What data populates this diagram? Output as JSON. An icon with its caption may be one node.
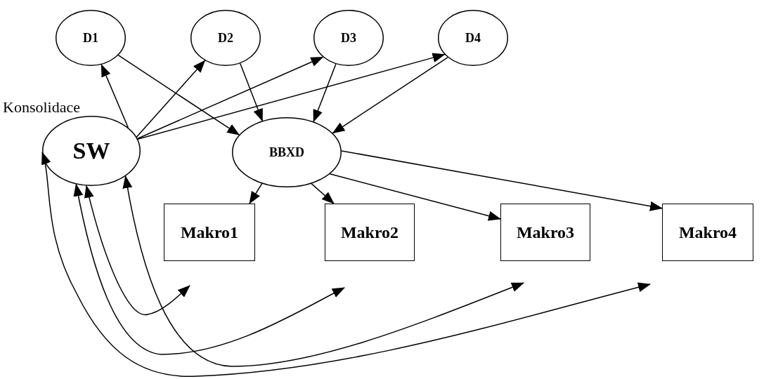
{
  "diagram": {
    "nodes": [
      {
        "text": [
          "D1"
        ]
      },
      {
        "text": [
          "D2"
        ]
      },
      {
        "text": [
          "D3"
        ]
      },
      {
        "text": [
          "D4"
        ]
      },
      {
        "text": [
          "SW"
        ],
        "beside": [
          "Konsolidace"
        ]
      },
      {
        "text": [
          "BBXD"
        ]
      },
      {
        "text": [
          "Makro1"
        ]
      },
      {
        "text": [
          "Makro2"
        ]
      },
      {
        "text": [
          "Makro3"
        ]
      },
      {
        "text": [
          "Makro4"
        ]
      }
    ],
    "edges": [
      {
        "from": 4,
        "to": 0,
        "arrow": "to"
      },
      {
        "from": 4,
        "to": 1,
        "arrow": "to"
      },
      {
        "from": 4,
        "to": 2,
        "arrow": "to"
      },
      {
        "from": 4,
        "to": 3,
        "arrow": "to"
      },
      {
        "from": 0,
        "to": 5,
        "arrow": "to"
      },
      {
        "from": 1,
        "to": 5,
        "arrow": "to"
      },
      {
        "from": 2,
        "to": 5,
        "arrow": "to"
      },
      {
        "from": 3,
        "to": 5,
        "arrow": "to"
      },
      {
        "from": 5,
        "to": 6,
        "arrow": "to"
      },
      {
        "from": 5,
        "to": 7,
        "arrow": "to"
      },
      {
        "from": 5,
        "to": 8,
        "arrow": "to"
      },
      {
        "from": 5,
        "to": 9,
        "arrow": "to"
      },
      {
        "from": 4,
        "to": null,
        "arrow": "both"
      },
      {
        "from": 4,
        "to": null,
        "arrow": "both"
      },
      {
        "from": 4,
        "to": null,
        "arrow": "both"
      },
      {
        "from": 4,
        "to": null,
        "arrow": "both"
      }
    ]
  }
}
